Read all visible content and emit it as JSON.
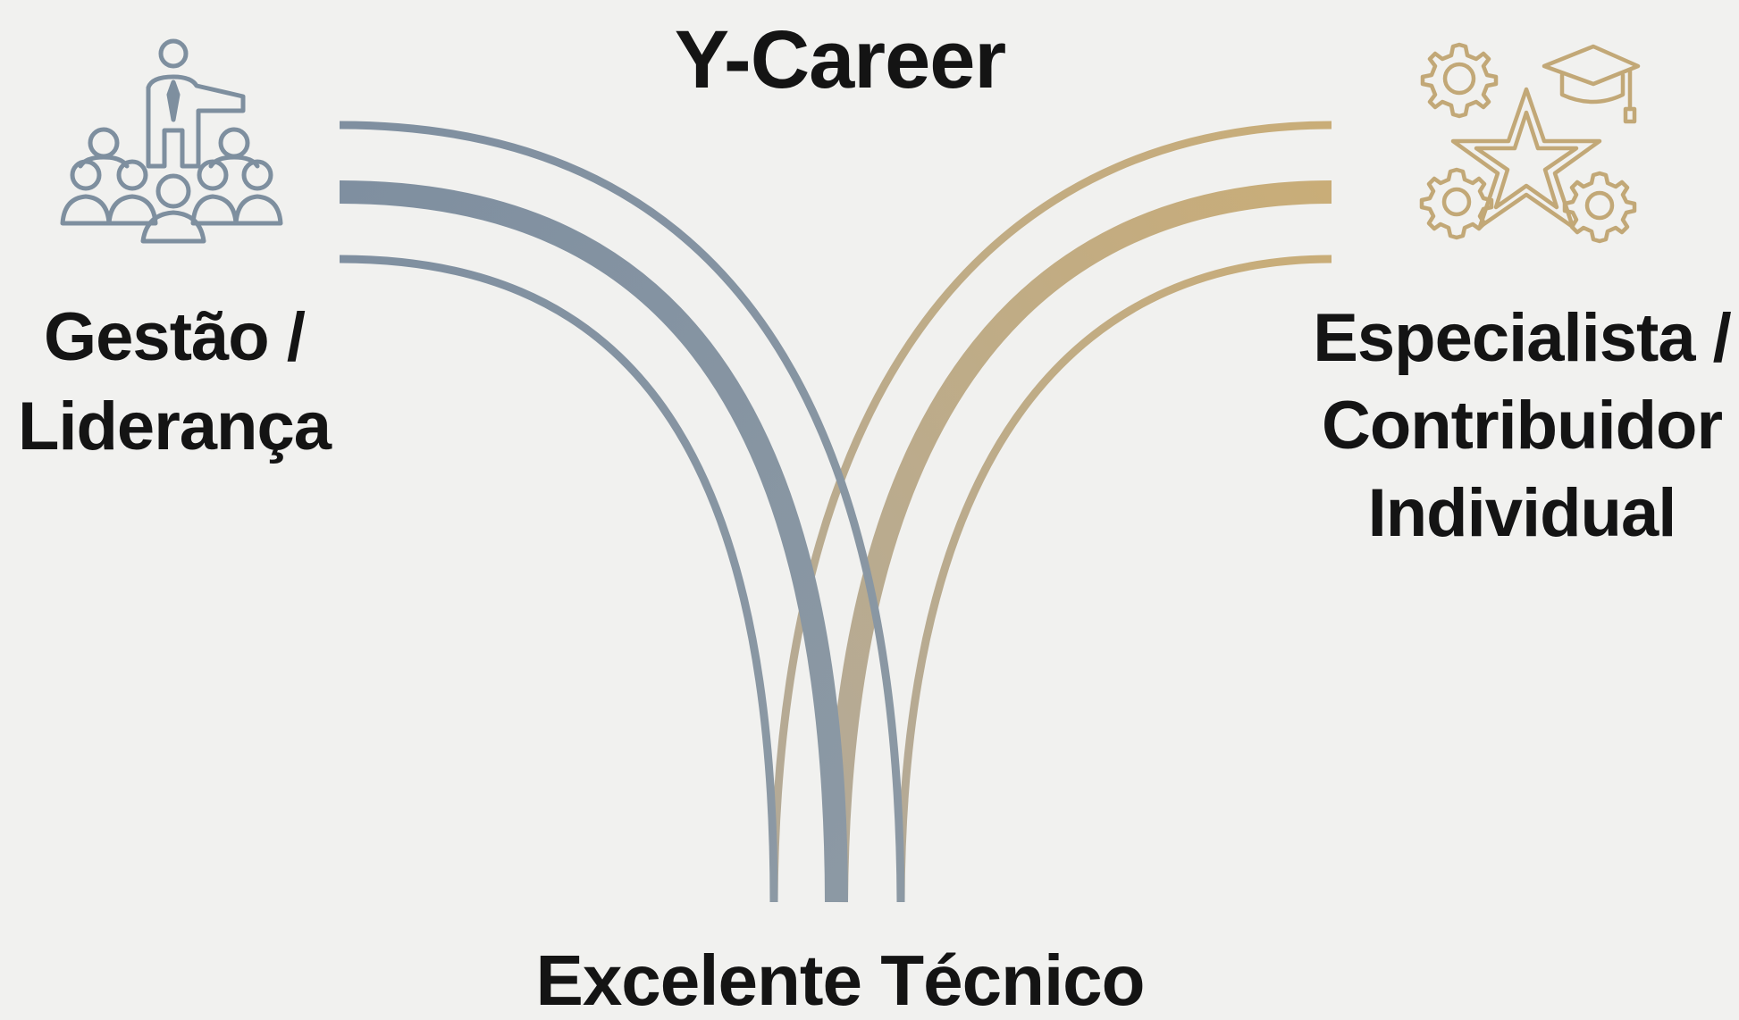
{
  "title": "Y-Career",
  "left_branch": {
    "line1": "Gestão /",
    "line2": "Liderança",
    "icon": "leader-presenting-to-team-icon",
    "color": "#7e8f9f"
  },
  "right_branch": {
    "line1": "Especialista /",
    "line2": "Contribuidor",
    "line3": "Individual",
    "icon": "star-gears-graduation-cap-icon",
    "color": "#c2a877"
  },
  "base": {
    "label": "Excelente Técnico"
  },
  "colors": {
    "background": "#f1f1ef",
    "text": "#141414",
    "steel_blue": "#7e8f9f",
    "gold": "#c2a877"
  }
}
